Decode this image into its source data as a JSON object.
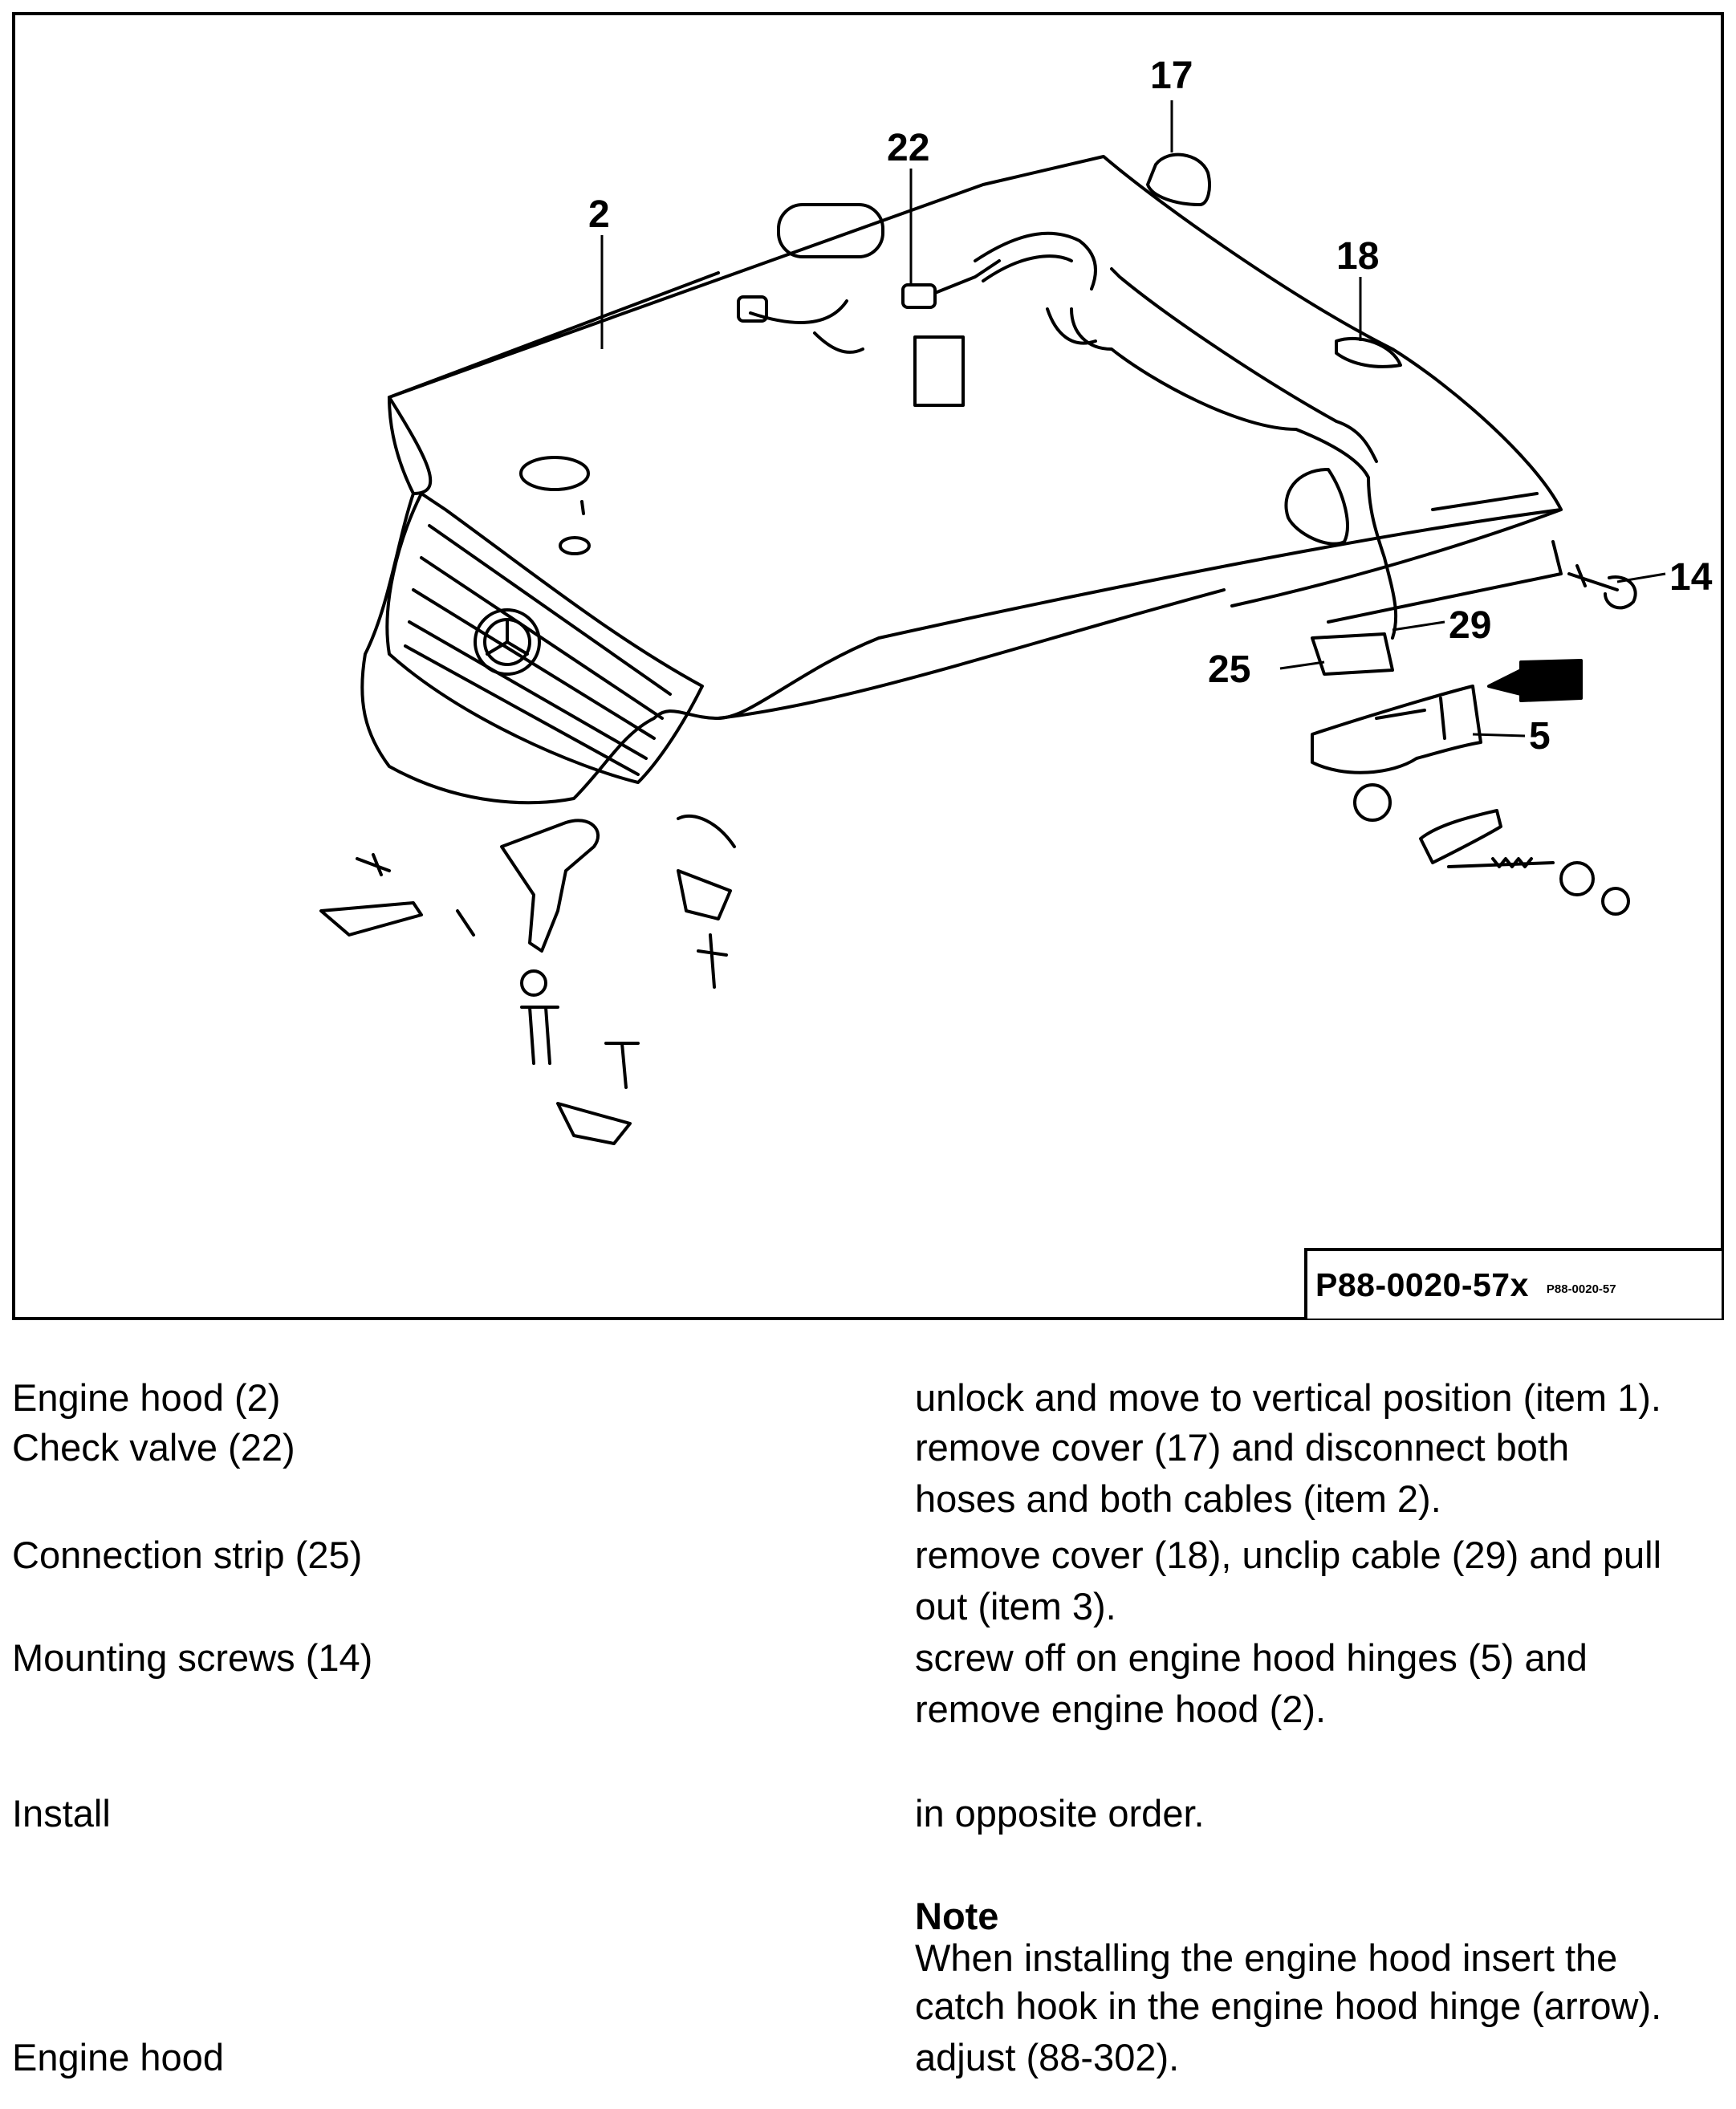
{
  "figure": {
    "labels": [
      "2",
      "22",
      "17",
      "18",
      "14",
      "29",
      "25",
      "5"
    ],
    "caption": "P88-0020-57x",
    "caption_small": "P88-0020-57"
  },
  "steps": [
    {
      "item": "Engine hood (2)",
      "action": "unlock and move to vertical position (item 1)."
    },
    {
      "item": "Check valve (22)",
      "action_lines": [
        "remove cover (17) and disconnect both",
        "hoses and both cables (item 2)."
      ]
    },
    {
      "item": "Connection strip (25)",
      "action_lines": [
        "remove cover (18), unclip cable (29) and pull",
        "out (item 3)."
      ]
    },
    {
      "item": "Mounting screws (14)",
      "action_lines": [
        "screw off on engine hood hinges (5) and",
        "remove engine hood (2)."
      ]
    },
    {
      "item": "Install",
      "action": "in opposite order."
    }
  ],
  "note": {
    "heading": "Note",
    "lines": [
      "When installing the engine hood insert the",
      "catch hook in the engine hood hinge (arrow)."
    ]
  },
  "final": {
    "item": "Engine hood",
    "action": "adjust (88-302)."
  }
}
